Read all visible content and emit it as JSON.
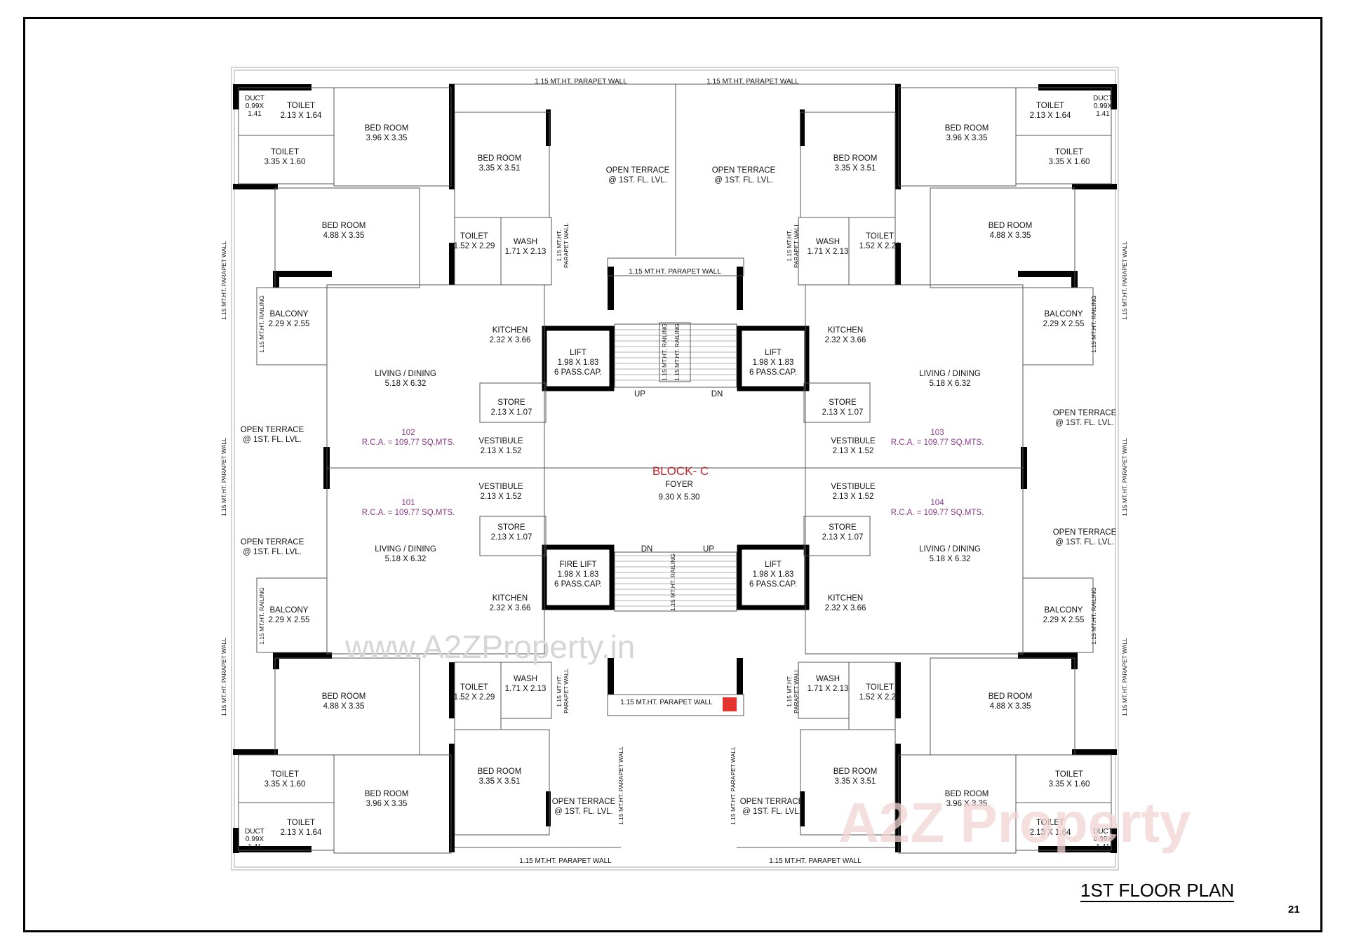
{
  "block_title": "BLOCK- C",
  "foyer": {
    "name": "FOYER",
    "dim": "9.30 X 5.30"
  },
  "plan_title": "1ST FLOOR PLAN",
  "page_number": "21",
  "watermarks": {
    "site": "www.A2ZProperty.in",
    "logo": "A2Z Property"
  },
  "units": [
    {
      "no": "102",
      "rca": "R.C.A. = 109.77  SQ.MTS."
    },
    {
      "no": "103",
      "rca": "R.C.A. = 109.77  SQ.MTS."
    },
    {
      "no": "101",
      "rca": "R.C.A. = 109.77  SQ.MTS."
    },
    {
      "no": "104",
      "rca": "R.C.A. = 109.77  SQ.MTS."
    }
  ],
  "rooms": {
    "duct": {
      "name": "DUCT",
      "dim1": "0.99X",
      "dim2": "1.41"
    },
    "toilet_small": {
      "name": "TOILET",
      "dim": "2.13 X 1.64"
    },
    "toilet_large": {
      "name": "TOILET",
      "dim": "3.35 X 1.60"
    },
    "bed_a": {
      "name": "BED ROOM",
      "dim": "3.96 X 3.35"
    },
    "bed_b": {
      "name": "BED ROOM",
      "dim": "3.35 X 3.51"
    },
    "bed_c": {
      "name": "BED ROOM",
      "dim": "4.88 X 3.35"
    },
    "toilet_mid": {
      "name": "TOILET",
      "dim": "1.52 X 2.29"
    },
    "wash": {
      "name": "WASH",
      "dim": "1.71 X 2.13"
    },
    "balcony": {
      "name": "BALCONY",
      "dim": "2.29 X 2.55"
    },
    "kitchen": {
      "name": "KITCHEN",
      "dim": "2.32 X 3.66"
    },
    "living": {
      "name": "LIVING / DINING",
      "dim": "5.18 X 6.32"
    },
    "store": {
      "name": "STORE",
      "dim": "2.13 X 1.07"
    },
    "vestibule": {
      "name": "VESTIBULE",
      "dim": "2.13 X 1.52"
    },
    "terrace": {
      "line1": "OPEN TERRACE",
      "line2": "@ 1ST. FL. LVL."
    },
    "lift": {
      "name": "LIFT",
      "dim": "1.98 X 1.83",
      "cap": "6 PASS.CAP."
    },
    "fire_lift": {
      "name": "FIRE LIFT",
      "dim": "1.98 X 1.83",
      "cap": "6 PASS.CAP."
    }
  },
  "labels": {
    "parapet": "1.15 MT.HT. PARAPET WALL",
    "railing": "1.15 MT.HT. RAILING",
    "parapet_short_1": "1.15 MT.HT.",
    "parapet_short_2": "PARAPET WALL",
    "up": "UP",
    "dn": "DN"
  }
}
